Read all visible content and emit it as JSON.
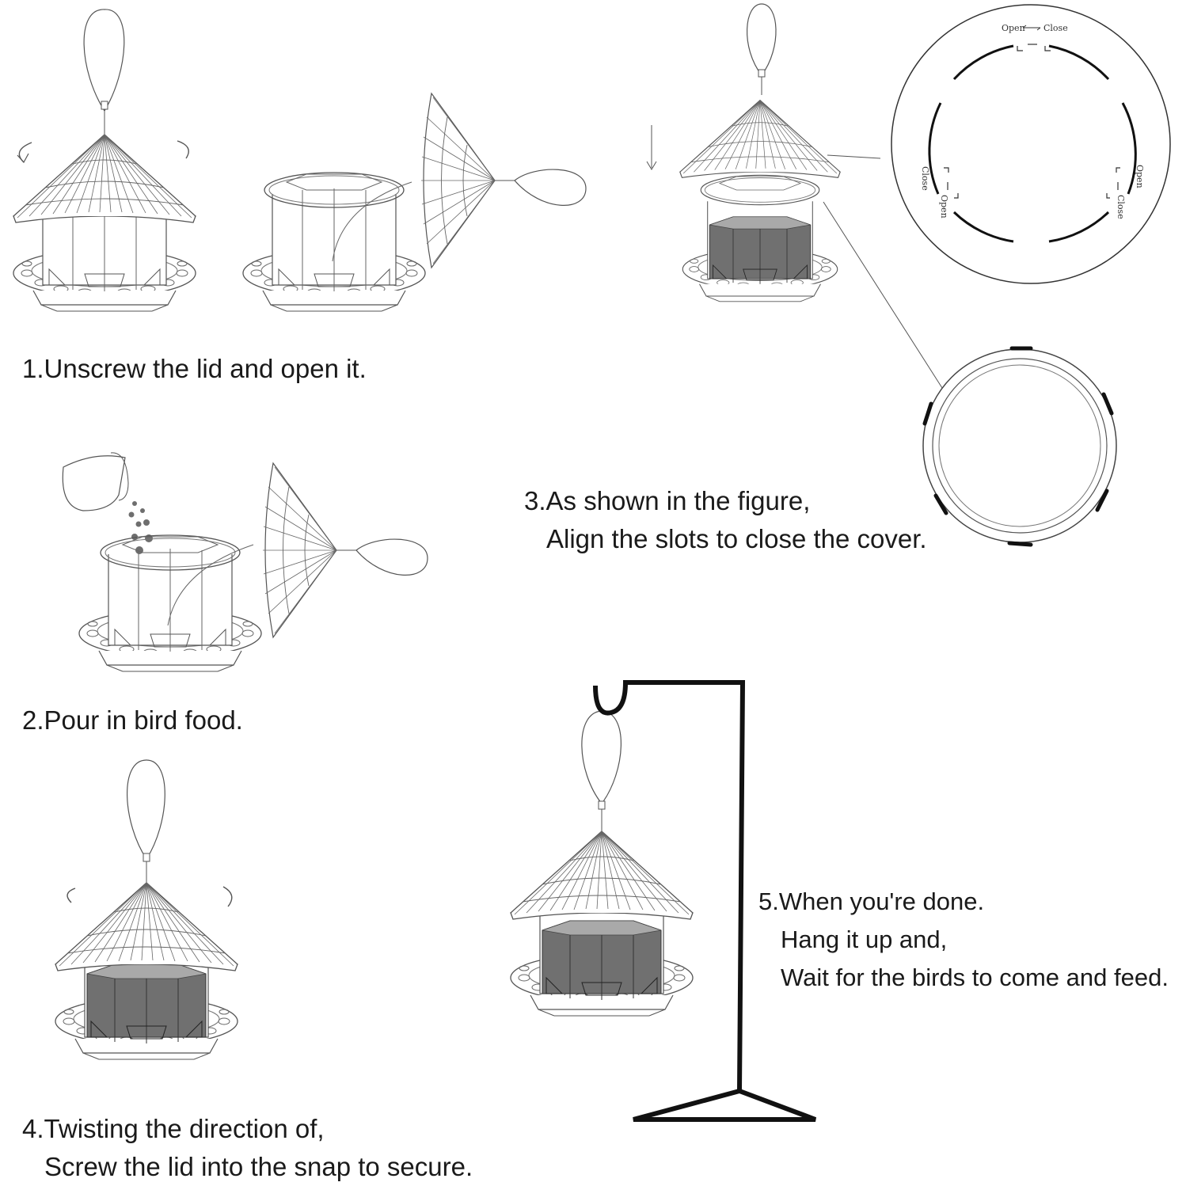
{
  "steps": {
    "step1": {
      "text": "1.Unscrew the lid and open it."
    },
    "step2": {
      "text": "2.Pour in bird food."
    },
    "step3": {
      "line1": "3.As shown in the figure,",
      "line2": "Align the slots to close the cover."
    },
    "step4": {
      "line1": "4.Twisting the direction of,",
      "line2": "Screw the lid into the snap to secure."
    },
    "step5": {
      "line1": "5.When you're done.",
      "line2": "Hang it up and,",
      "line3": "Wait for the birds to come and feed."
    }
  },
  "detail": {
    "open": "Open",
    "close": "Close"
  },
  "colors": {
    "line": "#555555",
    "seed": "#6e6e6e",
    "seed_top": "#a8a8a8",
    "stand": "#111111"
  }
}
